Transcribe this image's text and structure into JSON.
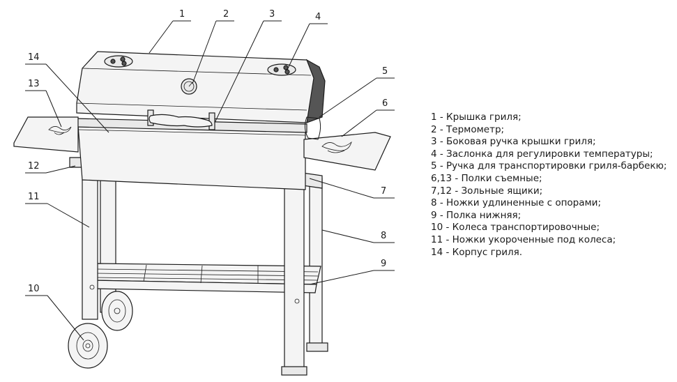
{
  "callouts": [
    {
      "id": "c1",
      "label": "1"
    },
    {
      "id": "c2",
      "label": "2"
    },
    {
      "id": "c3",
      "label": "3"
    },
    {
      "id": "c4",
      "label": "4"
    },
    {
      "id": "c5",
      "label": "5"
    },
    {
      "id": "c6",
      "label": "6"
    },
    {
      "id": "c7",
      "label": "7"
    },
    {
      "id": "c8",
      "label": "8"
    },
    {
      "id": "c9",
      "label": "9"
    },
    {
      "id": "c10",
      "label": "10"
    },
    {
      "id": "c11",
      "label": "11"
    },
    {
      "id": "c12",
      "label": "12"
    },
    {
      "id": "c13",
      "label": "13"
    },
    {
      "id": "c14",
      "label": "14"
    }
  ],
  "legend": [
    "1 - Крышка гриля;",
    "2 - Термометр;",
    "3 - Боковая ручка крышки гриля;",
    "4 - Заслонка для регулировки температуры;",
    "5 - Ручка для транспортировки гриля-барбекю;",
    "6,13 - Полки съемные;",
    "7,12 - Зольные ящики;",
    "8 - Ножки удлиненные с опорами;",
    "9 - Полка нижняя;",
    "10 - Колеса транспортировочные;",
    "11 - Ножки укороченные под колеса;",
    "14 - Корпус гриля."
  ]
}
